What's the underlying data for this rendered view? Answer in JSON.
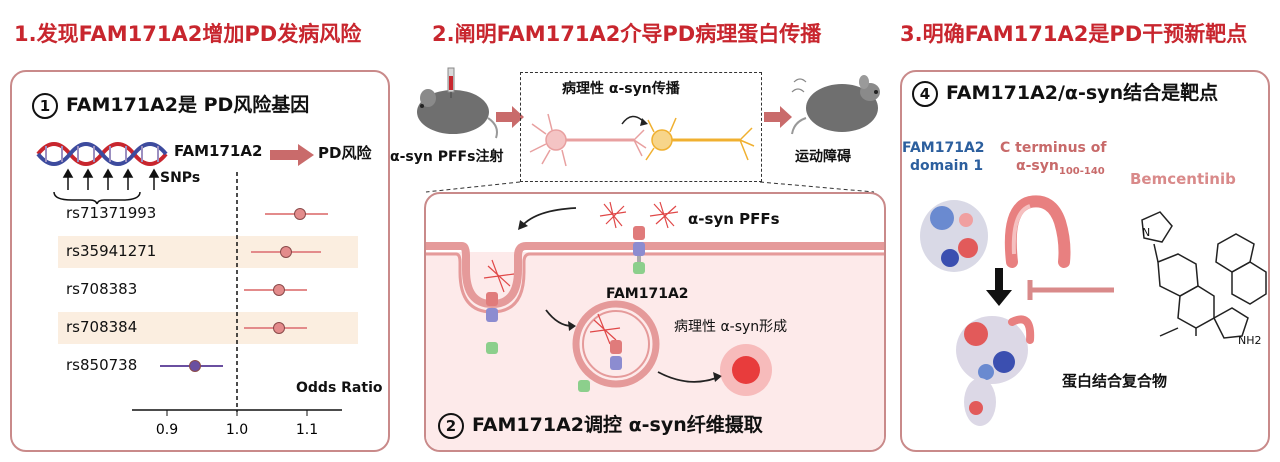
{
  "headers": {
    "h1": "1.发现FAM171A2增加PD发病风险",
    "h2": "2.阐明FAM171A2介导PD病理蛋白传播",
    "h3": "3.明确FAM171A2是PD干预新靶点"
  },
  "panel1": {
    "num": "1",
    "title": "FAM171A2是 PD风险基因",
    "gene_label": "FAM171A2",
    "risk_label": "PD风险",
    "snps_label": "SNPs",
    "xaxis_label": "Odds Ratio"
  },
  "chart_data": {
    "type": "scatter",
    "xlabel": "Odds Ratio",
    "xticks": [
      0.9,
      1.0,
      1.1
    ],
    "xtick_labels": [
      "0.9",
      "1.0",
      "1.1"
    ],
    "reference_line": 1.0,
    "rows": [
      {
        "label": "rs71371993",
        "or": 1.09,
        "low": 1.04,
        "high": 1.13,
        "color": "#e38b8b"
      },
      {
        "label": "rs35941271",
        "or": 1.07,
        "low": 1.02,
        "high": 1.12,
        "color": "#e38b8b"
      },
      {
        "label": "rs708383",
        "or": 1.06,
        "low": 1.01,
        "high": 1.1,
        "color": "#e38b8b"
      },
      {
        "label": "rs708384",
        "or": 1.06,
        "low": 1.01,
        "high": 1.1,
        "color": "#e38b8b"
      },
      {
        "label": "rs850738",
        "or": 0.94,
        "low": 0.89,
        "high": 0.98,
        "color": "#6a4fa0"
      }
    ]
  },
  "panel2": {
    "injection_label": "α-syn PFFs注射",
    "spread_label": "病理性 α-syn传播",
    "motor_label": "运动障碍",
    "pffs_label": "α-syn PFFs",
    "receptor_label": "FAM171A2",
    "formation_label": "病理性 α-syn形成",
    "num": "2",
    "bottom_title": "FAM171A2调控 α-syn纤维摄取"
  },
  "panel3": {
    "num": "4",
    "title": "FAM171A2/α-syn结合是靶点",
    "domain_label_1": "FAM171A2",
    "domain_label_2": "domain 1",
    "cterm_label_1": "C terminus of",
    "cterm_label_2": "α-syn",
    "cterm_sub": "100-140",
    "drug_label": "Bemcentinib",
    "complex_label": "蛋白结合复合物",
    "nh2_label": "NH2"
  },
  "colors": {
    "header_red": "#c8262e",
    "panel_border": "#c98a8a",
    "arrow_red": "#c96b6b",
    "domain_blue": "#2c5f9e",
    "cterm_red": "#c86a6a",
    "drug_pink": "#d98a8a"
  }
}
